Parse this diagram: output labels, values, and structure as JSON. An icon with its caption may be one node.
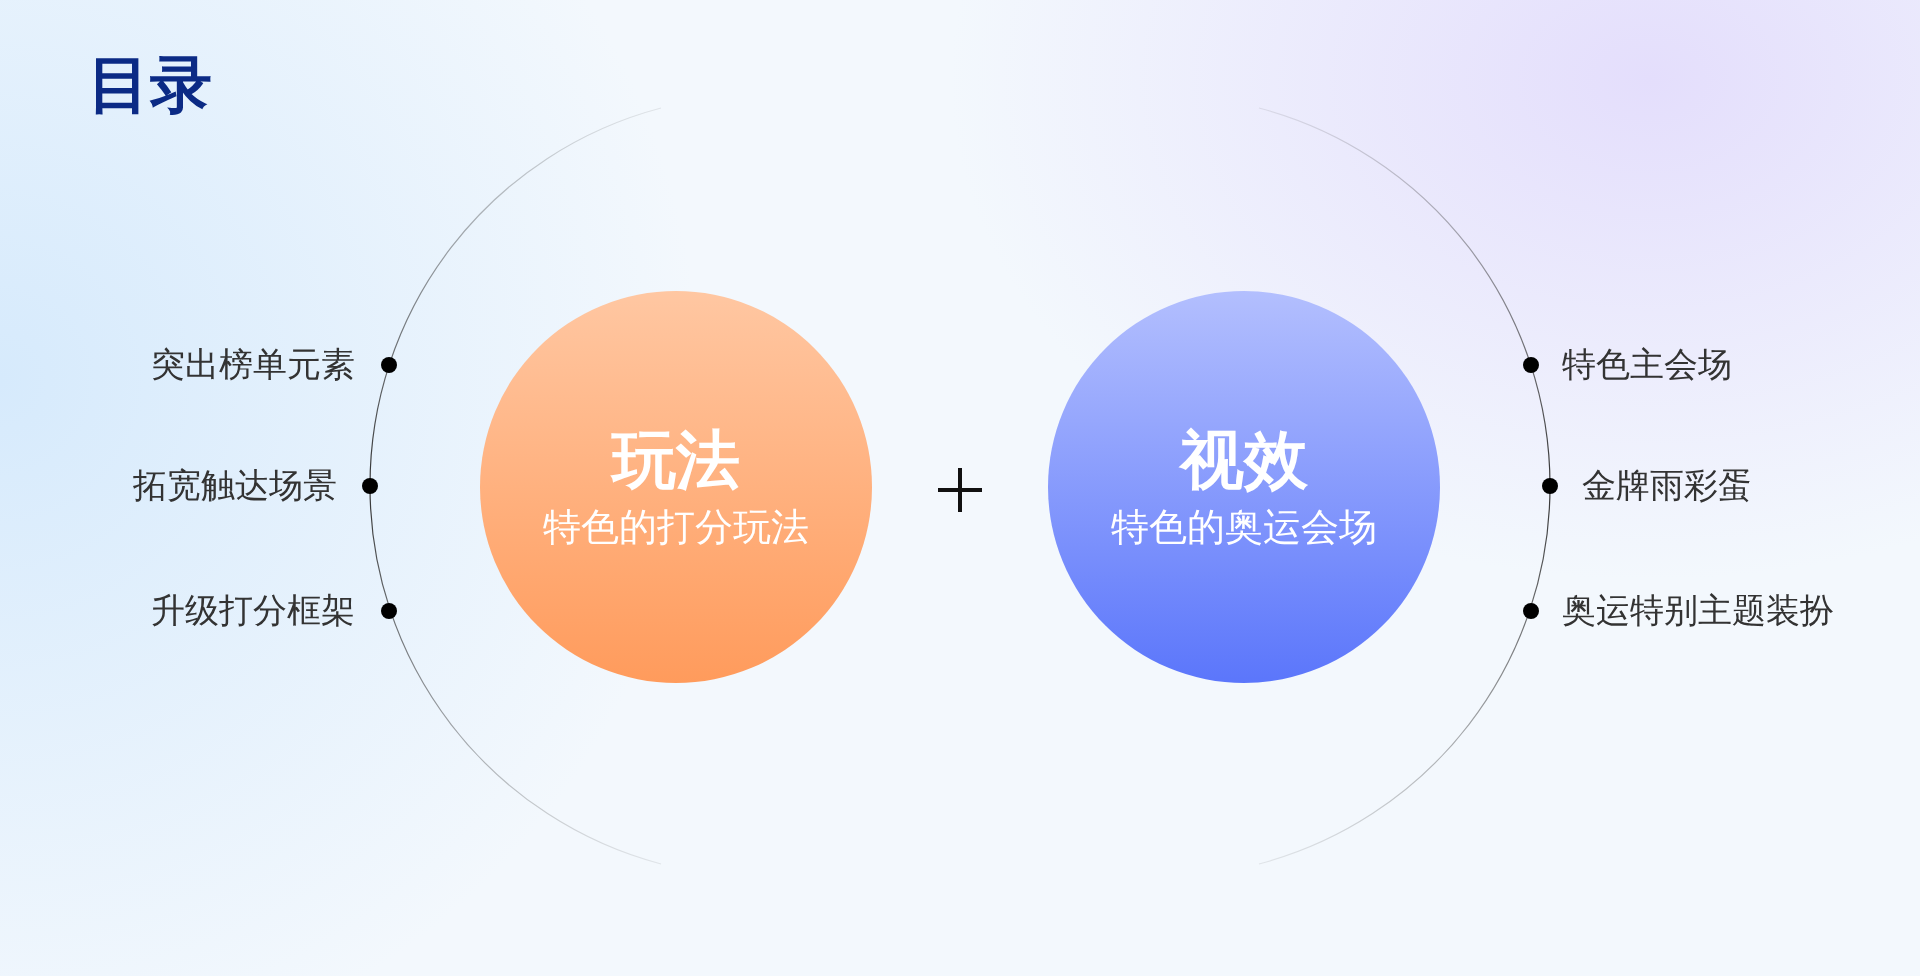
{
  "diagram": {
    "title": "目录",
    "nodes": [
      {
        "text": [
          "玩法",
          "特色的打分玩法"
        ]
      },
      {
        "text": [
          "视效",
          "特色的奥运会场"
        ]
      }
    ],
    "labels": [
      "突出榜单元素",
      "特色主会场",
      "拓宽触达场景",
      "金牌雨彩蛋",
      "升级打分框架",
      "奥运特别主题装扮"
    ]
  }
}
